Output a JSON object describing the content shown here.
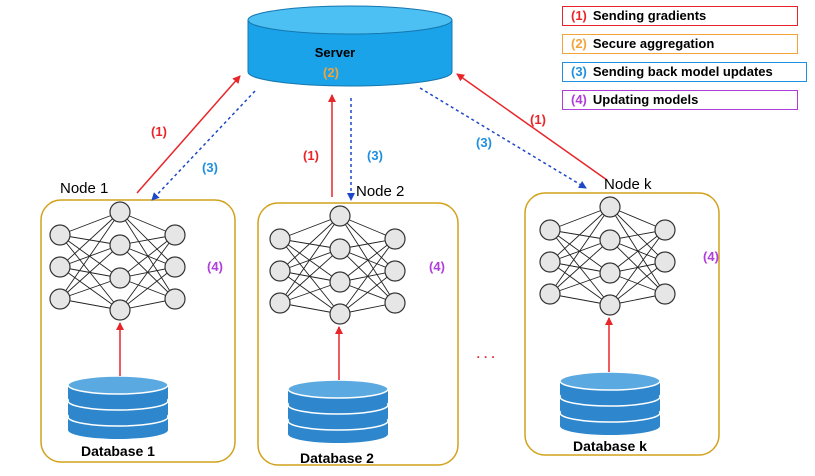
{
  "server": {
    "label": "Server",
    "step": "(2)"
  },
  "legend": [
    {
      "num": "(1)",
      "text": "Sending gradients",
      "color": "#e8262a"
    },
    {
      "num": "(2)",
      "text": "Secure aggregation",
      "color": "#f2a33a"
    },
    {
      "num": "(3)",
      "text": "Sending back model updates",
      "color": "#1f8fe0"
    },
    {
      "num": "(4)",
      "text": "Updating models",
      "color": "#b13ed8"
    }
  ],
  "nodes": [
    {
      "title": "Node 1",
      "database": "Database 1",
      "step": "(4)"
    },
    {
      "title": "Node 2",
      "database": "Database 2",
      "step": "(4)"
    },
    {
      "title": "Node k",
      "database": "Database k",
      "step": "(4)"
    }
  ],
  "arrow_labels": {
    "send": "(1)",
    "back": "(3)"
  },
  "ellipsis": "· · ·",
  "colors": {
    "send": "#e8262a",
    "back": "#1f48c9",
    "back_label": "#1f8fe0",
    "aggregation": "#f2a33a",
    "update": "#b13ed8",
    "node_border": "#d2a21c",
    "server_fill": "#1aa3e8",
    "server_top": "#4cc0f3",
    "db_fill": "#2e87cc",
    "db_top": "#5aa9e0"
  }
}
